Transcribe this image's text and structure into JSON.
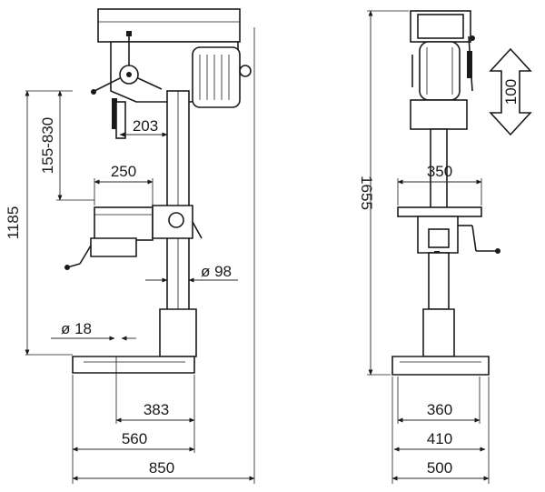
{
  "dimensions": {
    "spindle_offset": "203",
    "head_travel": "155-830",
    "table_size_side": "250",
    "column_diameter": "ø 98",
    "total_height": "1185",
    "spindle_diameter": "ø 18",
    "base_383": "383",
    "base_560": "560",
    "overall_depth": "850",
    "table_size_front": "350",
    "front_height": "1655",
    "quill_stroke": "100",
    "base_360": "360",
    "base_410": "410",
    "base_width": "500"
  },
  "colors": {
    "line": "#1a1a1a",
    "fill": "#d9d9d9",
    "background": "#ffffff"
  }
}
